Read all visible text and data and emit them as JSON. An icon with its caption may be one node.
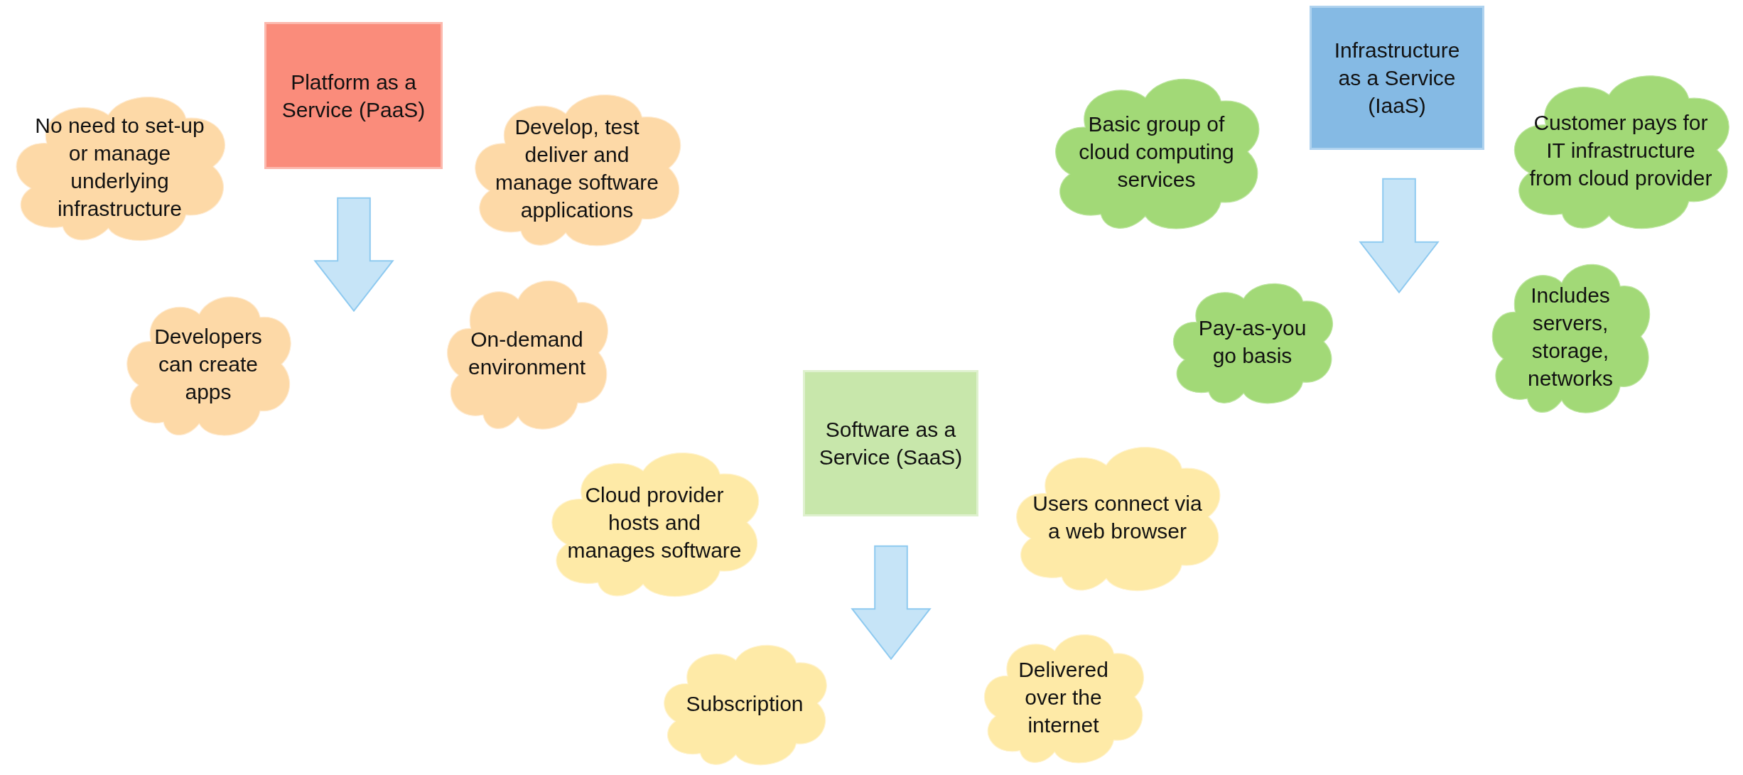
{
  "diagram": {
    "nodes": [
      {
        "text": [
          "Platform as a Service (PaaS)"
        ]
      },
      {
        "text": [
          "No need to set-up or manage underlying infrastructure"
        ]
      },
      {
        "text": [
          "Develop, test deliver and manage software applications"
        ]
      },
      {
        "text": [
          "Developers can create apps"
        ]
      },
      {
        "text": [
          "On-demand environment"
        ]
      },
      {
        "text": [
          "Infrastructure as a Service (IaaS)"
        ]
      },
      {
        "text": [
          "Basic group of cloud computing services"
        ]
      },
      {
        "text": [
          "Customer pays for IT infrastructure from cloud provider"
        ]
      },
      {
        "text": [
          "Pay-as-you go basis"
        ]
      },
      {
        "text": [
          "Includes servers, storage, networks"
        ]
      },
      {
        "text": [
          "Software as a Service (SaaS)"
        ]
      },
      {
        "text": [
          "Cloud provider hosts and manages software"
        ]
      },
      {
        "text": [
          "Users connect via a web browser"
        ]
      },
      {
        "text": [
          "Subscription"
        ]
      },
      {
        "text": [
          "Delivered over the internet"
        ]
      }
    ]
  }
}
